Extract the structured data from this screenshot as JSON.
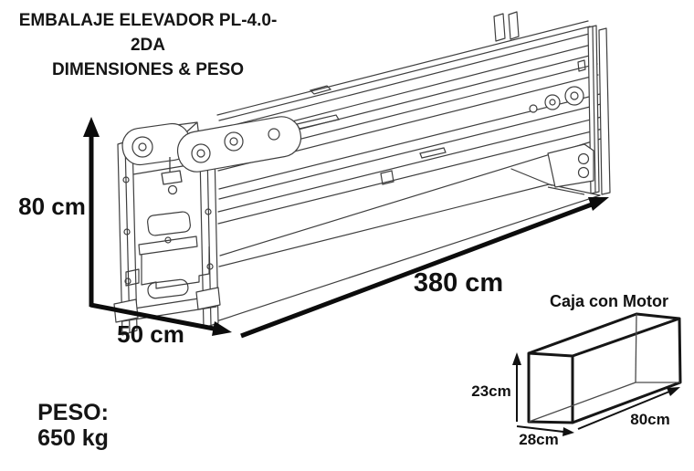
{
  "header": {
    "title": "EMBALAJE ELEVADOR PL-4.0-2DA",
    "subtitle": "DIMENSIONES & PESO"
  },
  "elevator_package": {
    "height_label": "80 cm",
    "depth_label": "50 cm",
    "length_label": "380 cm",
    "weight_title": "PESO:",
    "weight_value": "650 kg"
  },
  "motor_box": {
    "title": "Caja con Motor",
    "height_label": "23cm",
    "depth_label": "28cm",
    "length_label": "80cm"
  },
  "colors": {
    "background": "#ffffff",
    "drawing_line": "#3f3f3f",
    "dimension_line": "#0c0c0c",
    "text": "#111111"
  }
}
